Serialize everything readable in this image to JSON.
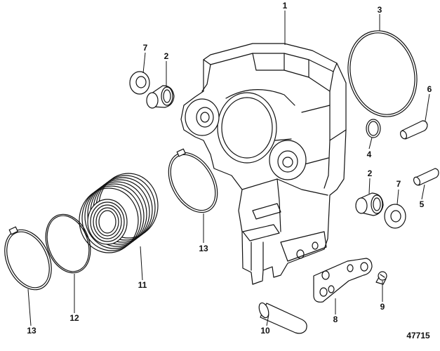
{
  "figure_id": "47715",
  "callouts": [
    {
      "key": "c1",
      "label": "1"
    },
    {
      "key": "c2a",
      "label": "2"
    },
    {
      "key": "c2b",
      "label": "2"
    },
    {
      "key": "c3",
      "label": "3"
    },
    {
      "key": "c4",
      "label": "4"
    },
    {
      "key": "c5",
      "label": "5"
    },
    {
      "key": "c6",
      "label": "6"
    },
    {
      "key": "c7a",
      "label": "7"
    },
    {
      "key": "c7b",
      "label": "7"
    },
    {
      "key": "c8",
      "label": "8"
    },
    {
      "key": "c9",
      "label": "9"
    },
    {
      "key": "c10",
      "label": "10"
    },
    {
      "key": "c11",
      "label": "11"
    },
    {
      "key": "c12",
      "label": "12"
    },
    {
      "key": "c13a",
      "label": "13"
    },
    {
      "key": "c13b",
      "label": "13"
    }
  ]
}
